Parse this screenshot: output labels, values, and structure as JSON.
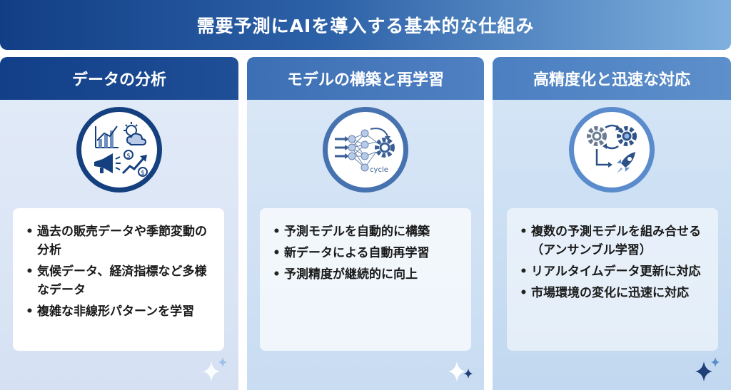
{
  "title": "需要予測にAIを導入する基本的な仕組み",
  "columns": [
    {
      "header": "データの分析",
      "icon": "data-analysis-icon",
      "bullets": [
        "過去の販売データや季節変動の分析",
        "気候データ、経済指標など多様なデータ",
        "複雑な非線形パターンを学習"
      ]
    },
    {
      "header": "モデルの構築と再学習",
      "icon": "neural-network-cycle-icon",
      "icon_text": "cycle",
      "bullets": [
        "予測モデルを自動的に構築",
        "新データによる自動再学習",
        "予測精度が継続的に向上"
      ]
    },
    {
      "header": "高精度化と迅速な対応",
      "icon": "gears-rocket-icon",
      "bullets": [
        "複数の予測モデルを組み合せる（アンサンブル学習）",
        "リアルタイムデータ更新に対応",
        "市場環境の変化に迅速に対応"
      ]
    }
  ],
  "colors": {
    "navy": "#123e85",
    "mid_blue": "#4672b0",
    "light_blue": "#5a8ccd"
  }
}
